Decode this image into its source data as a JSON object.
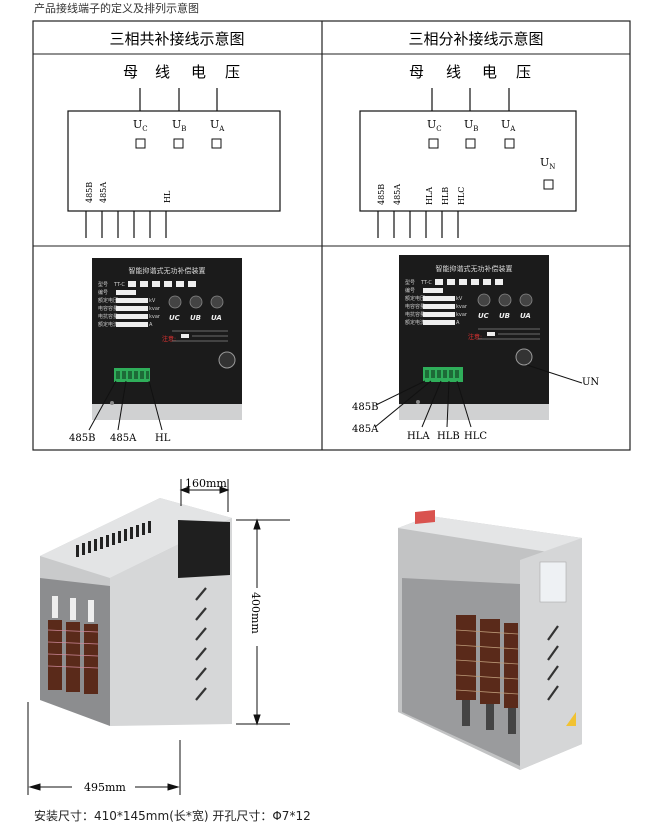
{
  "caption_top": "产品接线端子的定义及排列示意图",
  "caption_bottom": "安装尺寸：410*145mm(长*宽) 开孔尺寸：Φ7*12",
  "left_panel": {
    "header": "三相共补接线示意图",
    "bus_label": [
      "母",
      "线",
      "电",
      "压"
    ],
    "phase_terminals": [
      {
        "main": "U",
        "sub": "C"
      },
      {
        "main": "U",
        "sub": "B"
      },
      {
        "main": "U",
        "sub": "A"
      }
    ],
    "bottom_terminals": [
      "485B",
      "485A",
      "HL"
    ],
    "callouts": [
      "485B",
      "485A",
      "HL"
    ]
  },
  "right_panel": {
    "header": "三相分补接线示意图",
    "bus_label": [
      "母",
      "线",
      "电",
      "压"
    ],
    "phase_terminals": [
      {
        "main": "U",
        "sub": "C"
      },
      {
        "main": "U",
        "sub": "B"
      },
      {
        "main": "U",
        "sub": "A"
      }
    ],
    "neutral_terminal": {
      "main": "U",
      "sub": "N"
    },
    "bottom_terminals": [
      "485B",
      "485A",
      "HLA",
      "HLB",
      "HLC"
    ],
    "callouts": [
      "485B",
      "485A",
      "HLA",
      "HLB",
      "HLC",
      "UN"
    ]
  },
  "device_face": {
    "title": "智能抑谐式无功补偿装置",
    "fields": [
      "型号",
      "编号",
      "额定电压",
      "电容容量",
      "电抗容量",
      "额定电流"
    ],
    "model_prefix": "TT-C",
    "units": [
      "kV",
      "kvar",
      "kvar",
      "A"
    ],
    "indicator_labels": [
      "UC",
      "UB",
      "UA"
    ],
    "warning_label": "注意:"
  },
  "dimensions": {
    "width": "160mm",
    "height": "400mm",
    "length": "495mm"
  },
  "colors": {
    "frame": "#222222",
    "device_panel": "#1b1b1b",
    "terminal_green": "#2fae5a",
    "cabinet_grey": "#c9cacb",
    "coil_brown": "#5a2a1a"
  }
}
